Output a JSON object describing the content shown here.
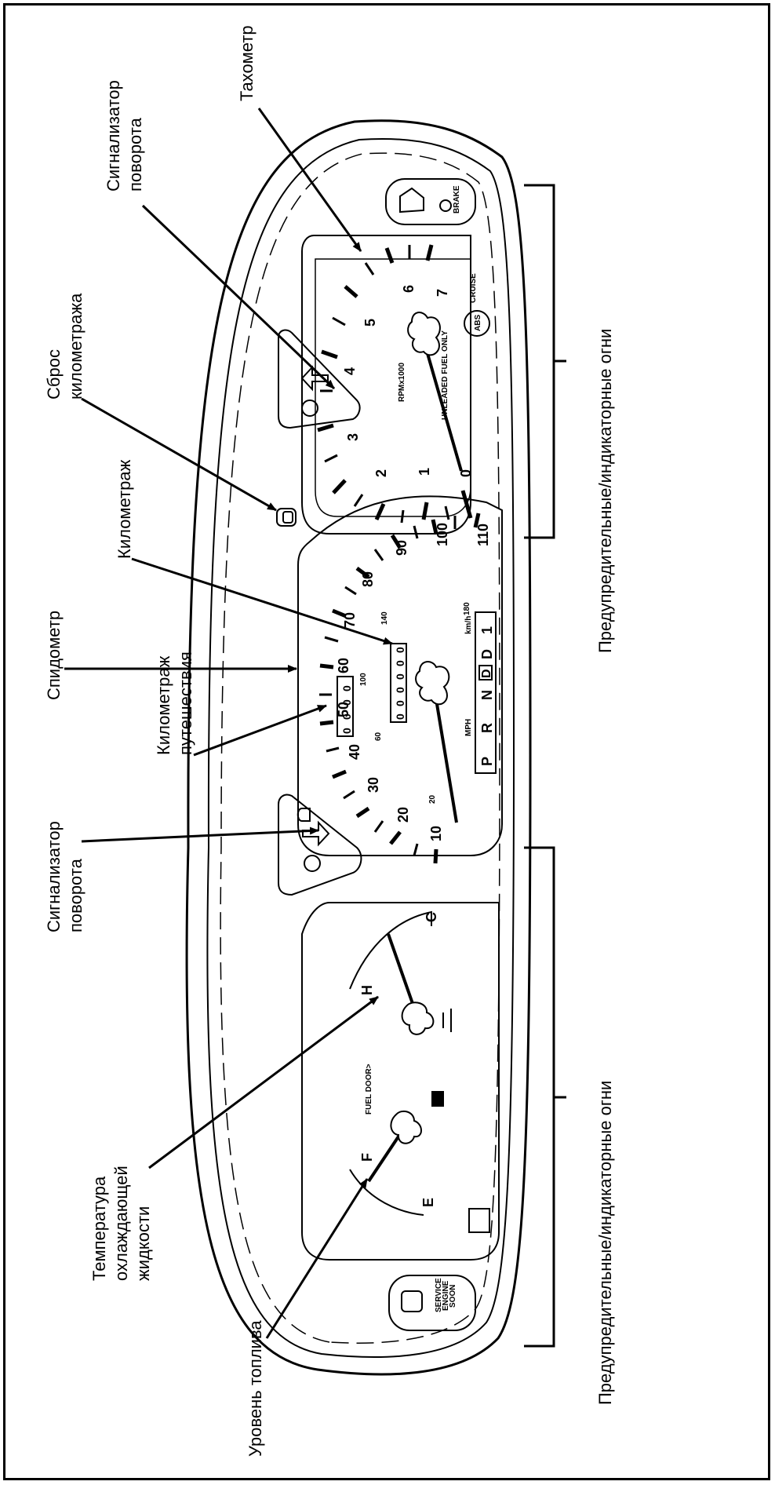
{
  "labels": {
    "tachometer": "Тахометр",
    "turn_signal_right": [
      "Сигнализатор",
      "поворота"
    ],
    "trip_reset": [
      "Сброс",
      "километража"
    ],
    "odometer": "Километраж",
    "speedometer": "Спидометр",
    "trip_odometer": [
      "Километраж",
      "путешествия"
    ],
    "turn_signal_left": [
      "Сигнализатор",
      "поворота"
    ],
    "coolant_temp": [
      "Температура",
      "охлаждающей",
      "жидкости"
    ],
    "fuel_level": "Уровень топлива",
    "warning_lights_right": "Предупредительные/индикаторные огни",
    "warning_lights_left": "Предупредительные/индикаторные огни"
  },
  "gauges": {
    "tachometer": {
      "numbers": [
        "0",
        "1",
        "2",
        "3",
        "4",
        "5",
        "6",
        "7"
      ],
      "caption": "RPMx1000",
      "fuel_note": "UNLEADED FUEL ONLY",
      "abs": "ABS",
      "cruise": "CRUISE",
      "brake": "BRAKE"
    },
    "speedometer": {
      "mph": [
        "10",
        "20",
        "30",
        "40",
        "50",
        "60",
        "70",
        "80",
        "90",
        "100",
        "110"
      ],
      "kmh": [
        "20",
        "60",
        "100",
        "140",
        "180"
      ],
      "unit_mph": "MPH",
      "unit_kmh": "km/h",
      "odometer_digits": [
        "0",
        "0",
        "0",
        "0",
        "0",
        "0"
      ],
      "trip_digits": [
        "0",
        "0",
        "0",
        "0"
      ],
      "prnd": [
        "P",
        "R",
        "N",
        "D",
        "D",
        "1"
      ]
    },
    "fuel_temp": {
      "fuel_letters": [
        "F",
        "E"
      ],
      "temp_letters": [
        "H",
        "C"
      ],
      "fuel_door": "FUEL DOOR>",
      "service": [
        "SERVICE",
        "ENGINE",
        "SOON"
      ]
    }
  }
}
